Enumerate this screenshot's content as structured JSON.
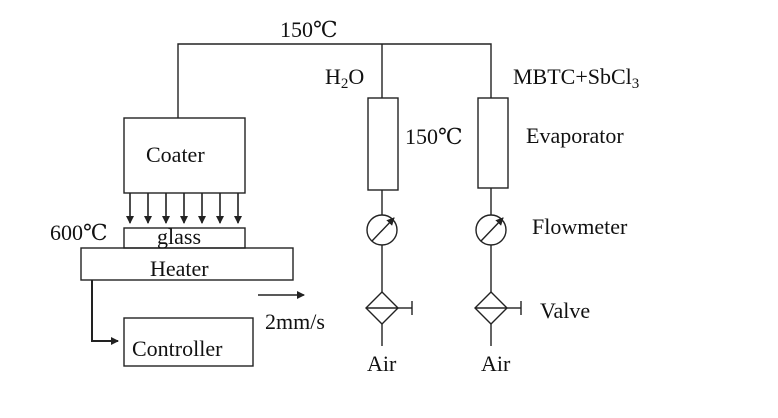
{
  "labels": {
    "top_temp": "150℃",
    "h2o_base": "H",
    "h2o_sub": "2",
    "h2o_tail": "O",
    "mbtc_base": "MBTC+SbCl",
    "mbtc_sub": "3",
    "evap_temp": "150℃",
    "evaporator": "Evaporator",
    "coater": "Coater",
    "substrate_temp": "600℃",
    "glass": "glass",
    "heater": "Heater",
    "controller": "Controller",
    "speed": "2mm/s",
    "flowmeter": "Flowmeter",
    "valve": "Valve",
    "air_left": "Air",
    "air_right": "Air"
  }
}
